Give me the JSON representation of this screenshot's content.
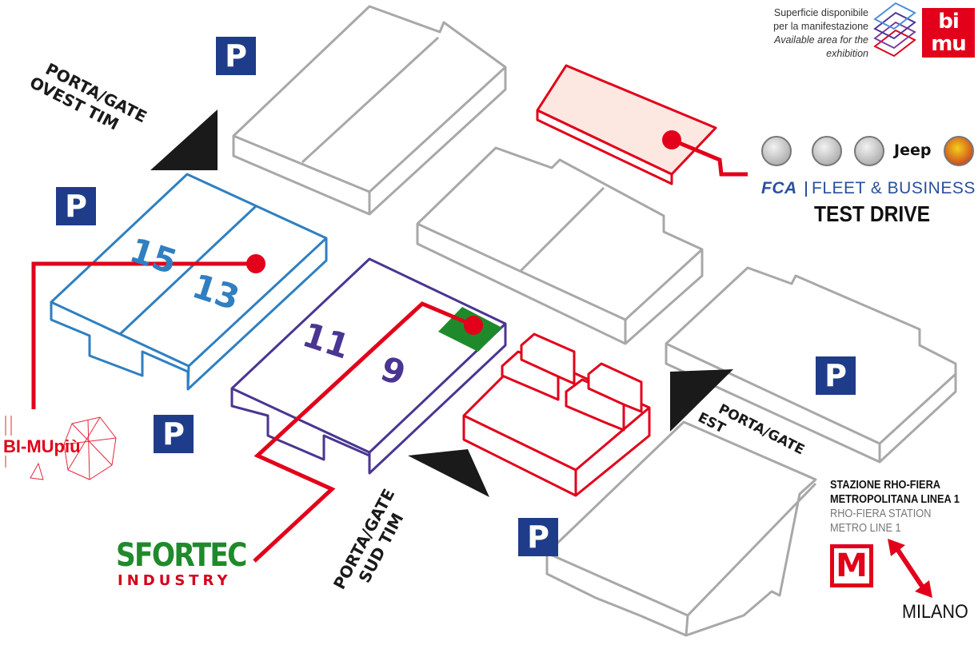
{
  "legend": {
    "line1": "Superficie disponibile",
    "line2": "per la manifestazione",
    "line3": "Available area for the",
    "line4": "exhibition",
    "logo_top": "bi",
    "logo_bottom": "mu",
    "colors": [
      "#4a8fd6",
      "#7a3c9e",
      "#e2001a"
    ]
  },
  "parking": {
    "label": "P",
    "color": "#1f3c8a"
  },
  "gates": {
    "ovest_line1": "PORTA/GATE",
    "ovest_line2": "OVEST TIM",
    "sud_line1": "PORTA/GATE",
    "sud_line2": "SUD TIM",
    "est_line1": "PORTA/GATE",
    "est_line2": "EST"
  },
  "halls": [
    {
      "label": "15",
      "color": "#2f7fc1"
    },
    {
      "label": "13",
      "color": "#2f7fc1"
    },
    {
      "label": "11",
      "color": "#4a3592"
    },
    {
      "label": "9",
      "color": "#4a3592"
    }
  ],
  "sponsors": {
    "brands": [
      "alfa-romeo-icon",
      "fiat-icon",
      "fiat-professional-icon",
      "jeep-logo",
      "abarth-icon"
    ],
    "jeep": "Jeep",
    "fca_mark": "FCA",
    "fca_text": "FLEET & BUSINESS",
    "test_drive": "TEST DRIVE"
  },
  "sfortec": {
    "name": "SFORTEC",
    "sub": "INDUSTRY"
  },
  "bimupiu": {
    "name": "BI-MUpiù"
  },
  "station": {
    "line1": "STAZIONE RHO-FIERA",
    "line2": "METROPOLITANA LINEA 1",
    "line3": "RHO-FIERA STATION",
    "line4": "METRO LINE 1",
    "metro_symbol": "M",
    "city": "MILANO"
  },
  "colors": {
    "red": "#e2001a",
    "blue": "#2f7fc1",
    "purple": "#4a3592",
    "grey": "#a8a8a8",
    "green": "#1f8a2c",
    "navy": "#1f3c8a"
  }
}
